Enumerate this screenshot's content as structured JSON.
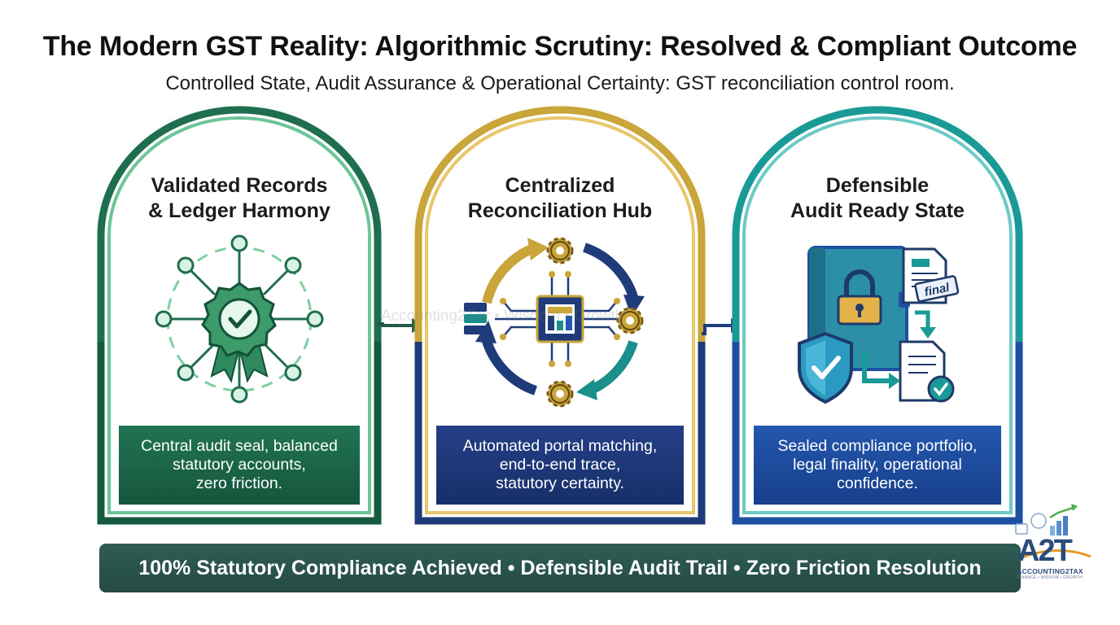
{
  "title": "The Modern GST Reality: Algorithmic Scrutiny: Resolved & Compliant Outcome",
  "subtitle": "Controlled State, Audit Assurance & Operational Certainty: GST reconciliation control room.",
  "cards": [
    {
      "heading_line1": "Validated Records",
      "heading_line2": "& Ledger Harmony",
      "caption_line1": "Central audit seal, balanced",
      "caption_line2": "statutory accounts,",
      "caption_line3": "zero friction.",
      "icon": "seal-network-icon",
      "color": "#1f6e4f"
    },
    {
      "heading_line1": "Centralized",
      "heading_line2": "Reconciliation Hub",
      "caption_line1": "Automated portal matching,",
      "caption_line2": "end-to-end trace,",
      "caption_line3": "statutory certainty.",
      "icon": "reconciliation-hub-icon",
      "color": "#1f3b7a"
    },
    {
      "heading_line1": "Defensible",
      "heading_line2": "Audit Ready State",
      "caption_line1": "Sealed compliance portfolio,",
      "caption_line2": "legal finality, operational",
      "caption_line3": "confidence.",
      "icon": "locked-portfolio-icon",
      "color": "#1e50a2"
    }
  ],
  "stamp_label": "final",
  "watermark": "Accounting2Tax • Wisdom • Growth",
  "banner": "100% Statutory Compliance Achieved • Defensible Audit Trail • Zero Friction Resolution",
  "logo": {
    "mark": "A2T",
    "name": "ACCOUNTING2TAX",
    "tagline": "FINANCE • WISDOM • GROWTH"
  },
  "colors": {
    "green": "#1f6e4f",
    "gold": "#c9a53a",
    "navy": "#1f3b7a",
    "teal": "#1a9a96",
    "blue": "#1e50a2",
    "banner": "#2b564e"
  }
}
